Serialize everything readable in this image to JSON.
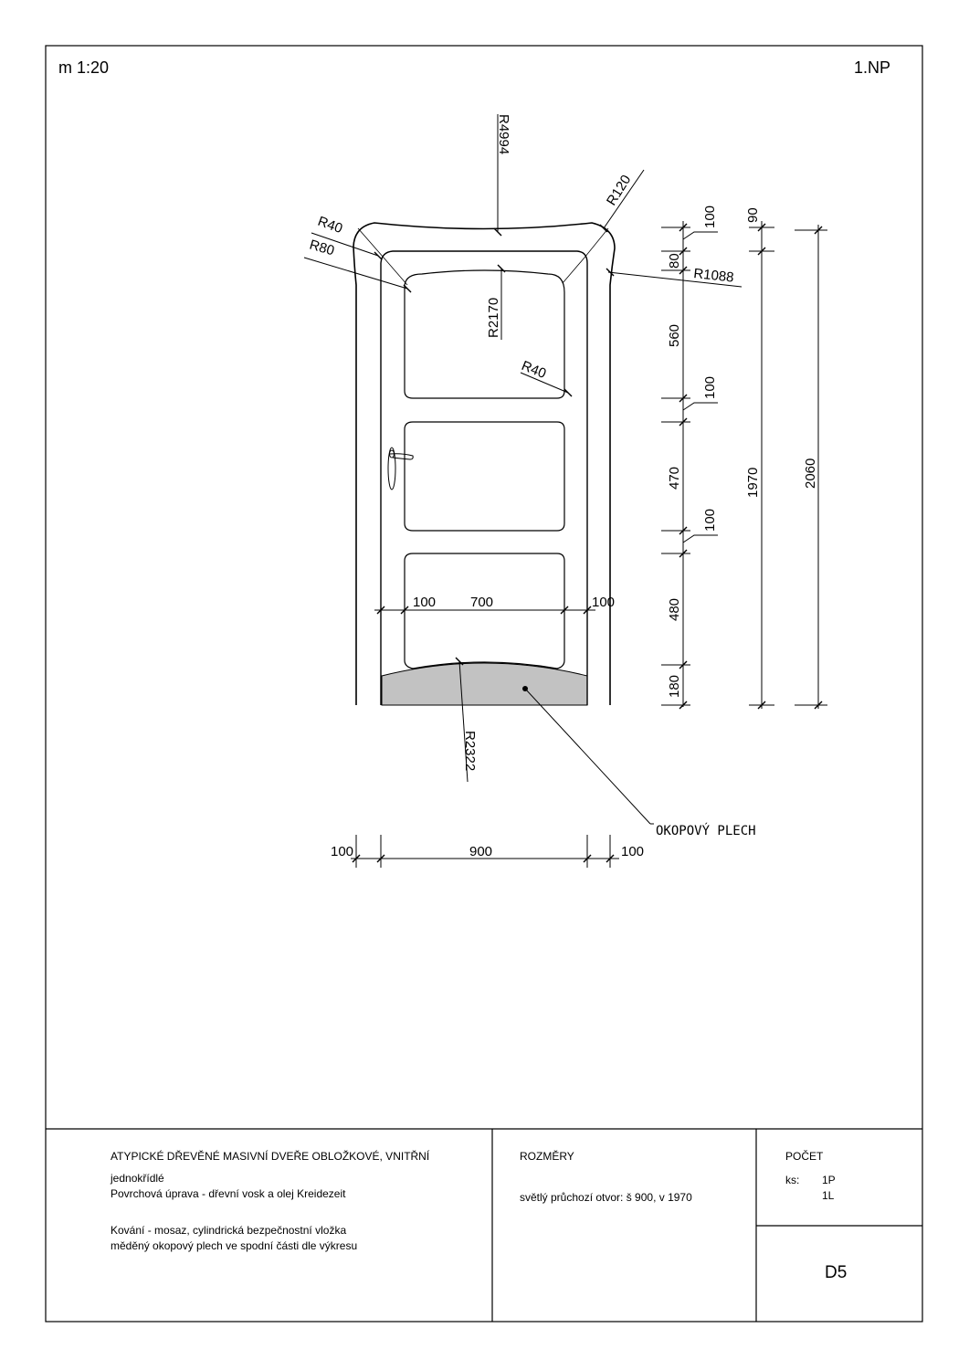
{
  "header": {
    "scale": "m 1:20",
    "floor": "1.NP"
  },
  "radii": {
    "r4994": "R4994",
    "r120": "R120",
    "r40_top": "R40",
    "r80": "R80",
    "r1088": "R1088",
    "r2170": "R2170",
    "r40_panel": "R40",
    "r2322": "R2322"
  },
  "dims": {
    "h_100_a": "100",
    "h_700": "700",
    "h_100_b": "100",
    "w_100_left": "100",
    "w_900": "900",
    "w_100_right": "100",
    "v_90": "90",
    "v_100_top": "100",
    "v_80": "80",
    "v_560": "560",
    "v_100_mid1": "100",
    "v_470": "470",
    "v_100_mid2": "100",
    "v_480": "480",
    "v_180": "180",
    "v_1970": "1970",
    "v_2060": "2060"
  },
  "labels": {
    "kick_plate": "OKOPOVÝ  PLECH"
  },
  "title_block": {
    "title": "ATYPICKÉ DŘEVĚNÉ MASIVNÍ DVEŘE OBLOŽKOVÉ, VNITŘNÍ",
    "line2": "jednokřídlé",
    "line3": "Povrchová úprava - dřevní vosk a olej Kreidezeit",
    "line4": "Kování - mosaz, cylindrická bezpečnostní vložka",
    "line5": "měděný okopový plech ve spodní části dle výkresu",
    "dims_head": "ROZMĚRY",
    "dims_text": "světlý průchozí otvor: š 900, v 1970",
    "count_head": "POČET",
    "count_label": "ks:",
    "count_1": "1P",
    "count_2": "1L",
    "code": "D5"
  }
}
